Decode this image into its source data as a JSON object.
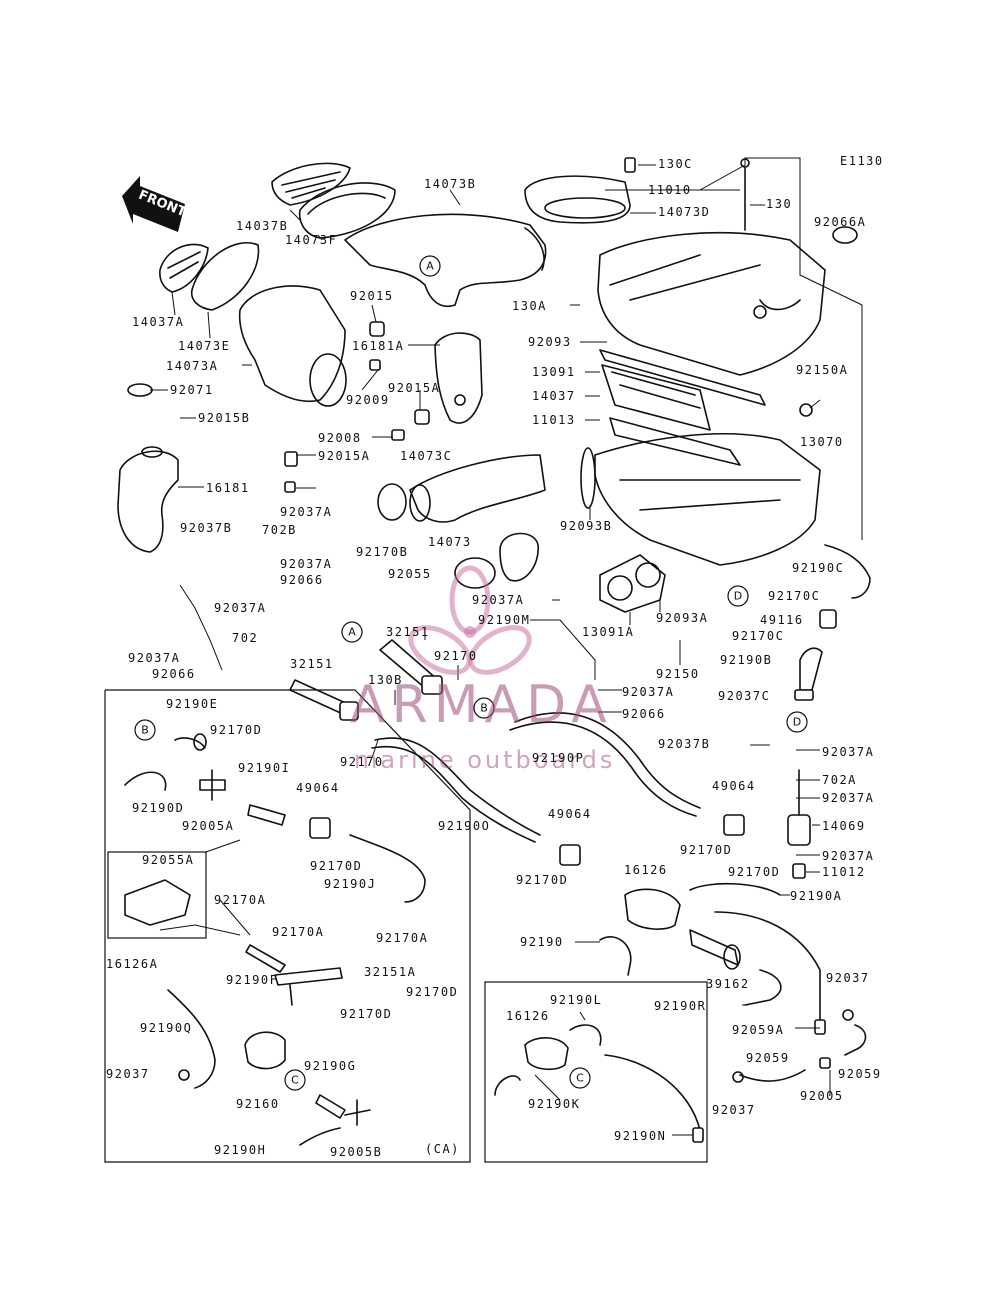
{
  "diagram_code": "E1130",
  "front_label": "FRONT",
  "region_label": "(CA)",
  "watermark": {
    "brand": "ARMADA",
    "tagline": "marine outboards",
    "color": "#c7689c"
  },
  "refs": [
    "A",
    "A",
    "B",
    "B",
    "C",
    "C",
    "D",
    "D"
  ],
  "parts": [
    "130C",
    "11010",
    "130",
    "14073D",
    "14073B",
    "14037B",
    "14073F",
    "14037A",
    "14073E",
    "14073A",
    "92015",
    "16181A",
    "92009",
    "92015A",
    "92008",
    "92015A",
    "92071",
    "92015B",
    "16181",
    "92037B",
    "92037A",
    "702B",
    "92037A",
    "92066",
    "92037A",
    "702",
    "92037A",
    "92066",
    "14073C",
    "92170B",
    "14073",
    "92055",
    "92066A",
    "130A",
    "92093",
    "13091",
    "14037",
    "11013",
    "92150A",
    "13070",
    "92093B",
    "92093A",
    "13091A",
    "92150",
    "92190C",
    "92170C",
    "49116",
    "92170C",
    "92190B",
    "92037C",
    "92037A",
    "92190M",
    "32151",
    "130B",
    "92170",
    "92037A",
    "92066",
    "92190P",
    "32151",
    "92170",
    "92190O",
    "49064",
    "92037B",
    "92037A",
    "702A",
    "92037A",
    "14069",
    "49064",
    "92170D",
    "92170D",
    "92170D",
    "92037A",
    "11012",
    "92190E",
    "92170D",
    "92190I",
    "92190D",
    "92005A",
    "49064",
    "92170D",
    "92190J",
    "92170A",
    "92055A",
    "16126A",
    "92170A",
    "92170A",
    "32151A",
    "92190F",
    "92170D",
    "92170D",
    "92190Q",
    "92037",
    "92160",
    "92190G",
    "92190H",
    "92005B",
    "16126",
    "92190A",
    "92190",
    "39162",
    "92190R",
    "92037",
    "92059A",
    "92059",
    "92005",
    "92059",
    "92037",
    "92190L",
    "16126",
    "92190K",
    "92190N"
  ]
}
